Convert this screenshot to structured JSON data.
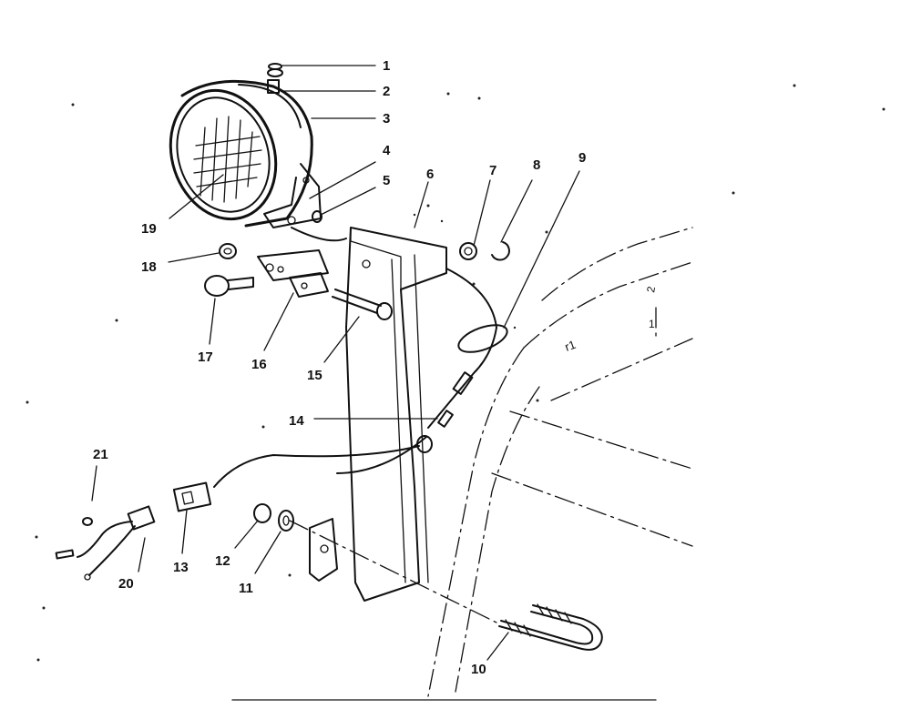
{
  "diagram": {
    "callouts": {
      "c1": "1",
      "c2": "2",
      "c3": "3",
      "c4": "4",
      "c5": "5",
      "c6": "6",
      "c7": "7",
      "c8": "8",
      "c9": "9",
      "c10": "10",
      "c11": "11",
      "c12": "12",
      "c13": "13",
      "c14": "14",
      "c15": "15",
      "c16": "16",
      "c17": "17",
      "c18": "18",
      "c19": "19",
      "c20": "20",
      "c21": "21"
    },
    "stray_marks": {
      "m1": "2",
      "m2": "1",
      "m3": "r1"
    }
  }
}
